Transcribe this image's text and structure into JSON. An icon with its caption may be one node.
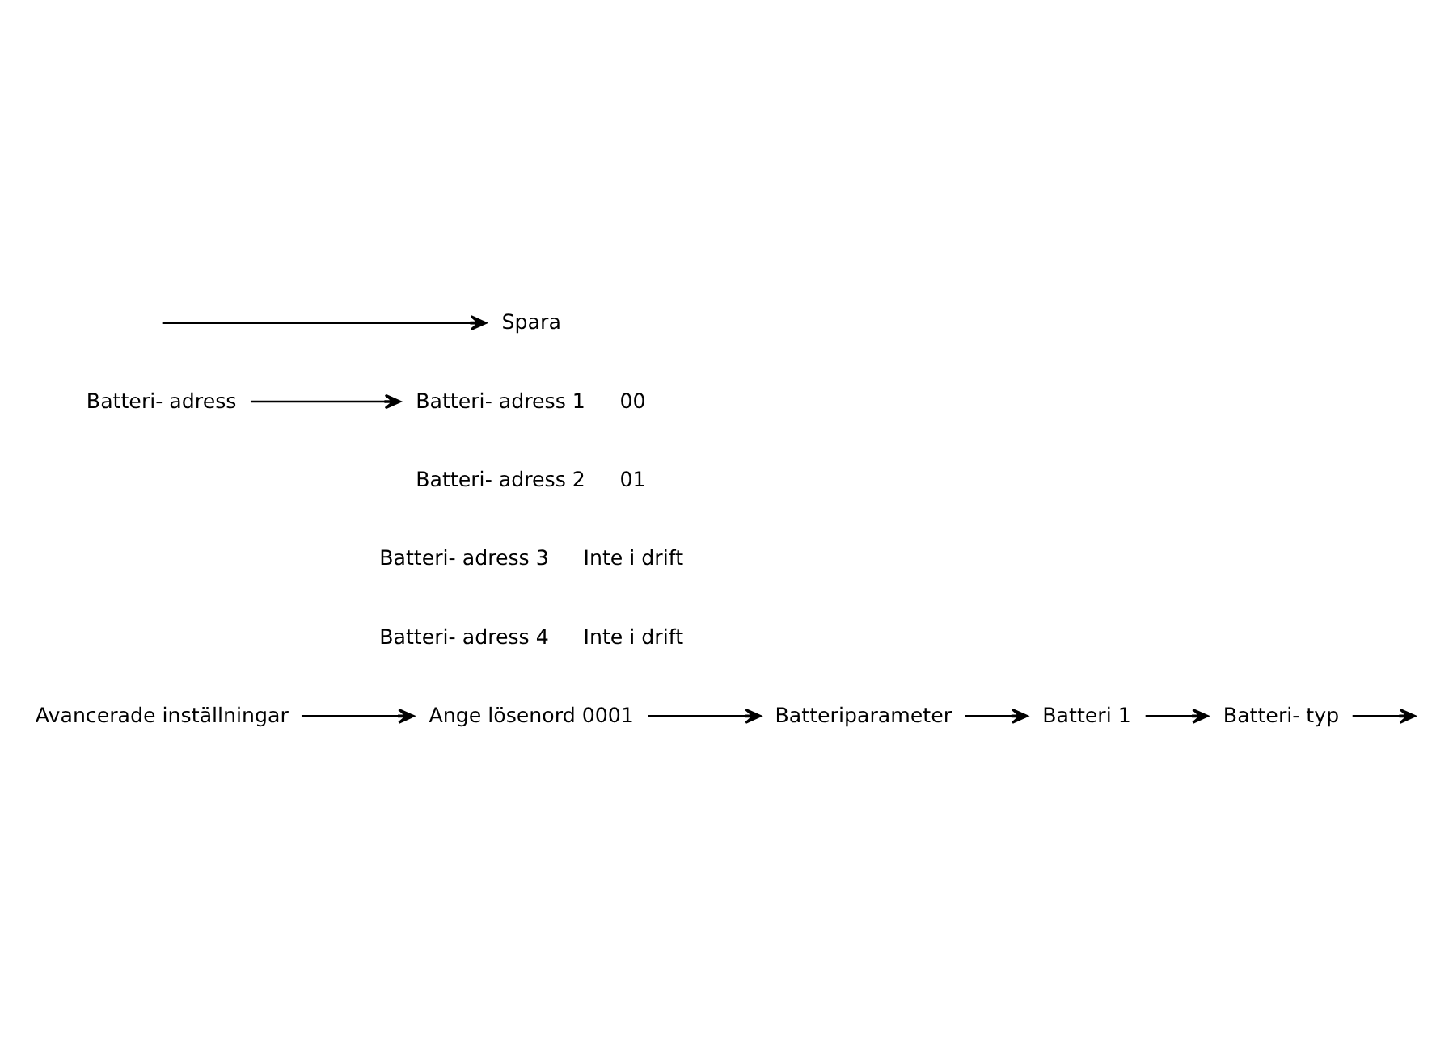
{
  "diagram": {
    "nodes": [
      {
        "text": [
          "Avancerade inställningar"
        ]
      },
      {
        "text": [
          "Ange lösenord 0001"
        ]
      },
      {
        "text": [
          "Batteriparameter"
        ]
      },
      {
        "text": [
          "Batteri 1"
        ]
      },
      {
        "text": [
          "Batteri- typ"
        ]
      },
      {
        "text": [
          "Batteri- adress"
        ]
      },
      {
        "text": [
          "Batteri- adress 1"
        ],
        "beside": [
          "00"
        ]
      },
      {
        "text": [
          "Batteri- adress 2"
        ],
        "beside": [
          "01"
        ]
      },
      {
        "text": [
          "Batteri- adress 3"
        ],
        "beside": [
          "Inte i drift"
        ]
      },
      {
        "text": [
          "Batteri- adress 4"
        ],
        "beside": [
          "Inte i drift"
        ]
      },
      {
        "text": [
          "Spara"
        ]
      }
    ],
    "edges": [
      {
        "from": 0,
        "to": 1,
        "arrow": "to"
      },
      {
        "from": 1,
        "to": 2,
        "arrow": "to"
      },
      {
        "from": 2,
        "to": 3,
        "arrow": "to"
      },
      {
        "from": 3,
        "to": 4,
        "arrow": "to"
      },
      {
        "from": 4,
        "to": null,
        "arrow": "to"
      },
      {
        "from": 5,
        "to": 6,
        "arrow": "to"
      },
      {
        "from": null,
        "to": 10,
        "arrow": "to"
      }
    ]
  }
}
